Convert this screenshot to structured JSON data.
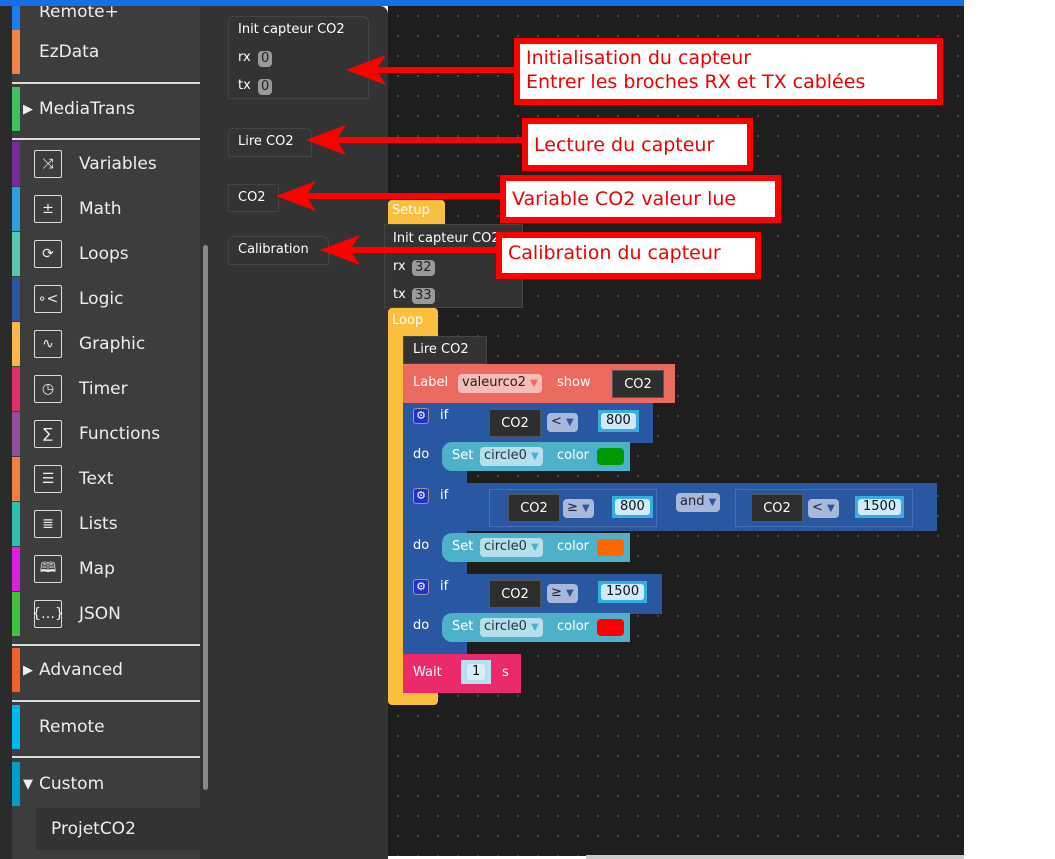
{
  "sidebar": {
    "items": [
      {
        "label": "Remote+",
        "color": "#1e7ef0",
        "type": "cat"
      },
      {
        "label": "EzData",
        "color": "#f0844a",
        "type": "cat"
      },
      {
        "label": "MediaTrans",
        "color": "#3cc060",
        "type": "collapsed"
      },
      {
        "label": "Variables",
        "color": "#7a2a9a",
        "icon": "shuffle-icon",
        "glyph": "⤨"
      },
      {
        "label": "Math",
        "color": "#30a0d8",
        "icon": "math-icon",
        "glyph": "±"
      },
      {
        "label": "Loops",
        "color": "#5bc5b5",
        "icon": "loop-icon",
        "glyph": "⟳"
      },
      {
        "label": "Logic",
        "color": "#2a55a0",
        "icon": "logic-icon",
        "glyph": "∘<"
      },
      {
        "label": "Graphic",
        "color": "#f8b84a",
        "icon": "graphic-icon",
        "glyph": "∿"
      },
      {
        "label": "Timer",
        "color": "#e0306a",
        "icon": "timer-icon",
        "glyph": "◷"
      },
      {
        "label": "Functions",
        "color": "#9050a0",
        "icon": "sigma-icon",
        "glyph": "∑"
      },
      {
        "label": "Text",
        "color": "#f08040",
        "icon": "text-icon",
        "glyph": "☰"
      },
      {
        "label": "Lists",
        "color": "#30c0b0",
        "icon": "list-icon",
        "glyph": "≣"
      },
      {
        "label": "Map",
        "color": "#e020e0",
        "icon": "map-icon",
        "glyph": "🕮"
      },
      {
        "label": "JSON",
        "color": "#40c040",
        "icon": "json-icon",
        "glyph": "{…}"
      },
      {
        "label": "Advanced",
        "color": "#f06030",
        "type": "collapsed"
      },
      {
        "label": "Remote",
        "color": "#00b8f0",
        "type": "cat"
      },
      {
        "label": "Custom",
        "color": "#00a0c8",
        "type": "expanded"
      }
    ],
    "sub_item": "ProjetCO2"
  },
  "flyout": {
    "init": {
      "title": "Init capteur CO2",
      "rx_label": "rx",
      "rx": "0",
      "tx_label": "tx",
      "tx": "0"
    },
    "read": "Lire CO2",
    "var": "CO2",
    "calib": "Calibration"
  },
  "workspace": {
    "setup": "Setup",
    "init": {
      "title": "Init capteur CO2",
      "rx_label": "rx",
      "rx": "32",
      "tx_label": "tx",
      "tx": "33"
    },
    "loop": "Loop",
    "read": "Lire CO2",
    "label_block": {
      "label": "Label",
      "target": "valeurco2",
      "show": "show",
      "var": "CO2"
    },
    "if1": {
      "if": "if",
      "var": "CO2",
      "op": "<",
      "value": "800",
      "do": "do",
      "set": "Set",
      "obj": "circle0",
      "color_label": "color",
      "color": "#009900"
    },
    "if2": {
      "if": "if",
      "var": "CO2",
      "op": "≥",
      "value": "800",
      "and": "and",
      "var2": "CO2",
      "op2": "<",
      "value2": "1500",
      "do": "do",
      "set": "Set",
      "obj": "circle0",
      "color_label": "color",
      "color": "#ff6600"
    },
    "if3": {
      "if": "if",
      "var": "CO2",
      "op": "≥",
      "value": "1500",
      "do": "do",
      "set": "Set",
      "obj": "circle0",
      "color_label": "color",
      "color": "#ff0000"
    },
    "wait": {
      "label": "Wait",
      "value": "1",
      "unit": "s"
    }
  },
  "annotations": {
    "init_line1": "Initialisation du capteur",
    "init_line2": "Entrer les broches RX et TX cablées",
    "read": "Lecture du capteur",
    "var": "Variable CO2 valeur lue",
    "calib": "Calibration du capteur"
  }
}
